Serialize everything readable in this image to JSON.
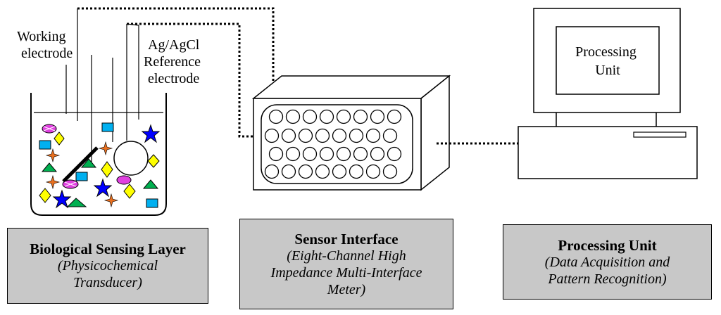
{
  "labels": {
    "working_electrode": [
      "Working",
      "electrode"
    ],
    "reference_electrode": [
      "Ag/AgCl",
      "Reference",
      "electrode"
    ],
    "monitor_text": [
      "Processing",
      "Unit"
    ]
  },
  "boxes": {
    "bio": {
      "title": "Biological Sensing Layer",
      "subtitle": [
        "(Physicochemical",
        "Transducer)"
      ]
    },
    "sensor": {
      "title": "Sensor Interface",
      "subtitle": [
        "(Eight-Channel High",
        "Impedance Multi-Interface",
        "Meter)"
      ]
    },
    "proc": {
      "title": "Processing Unit",
      "subtitle": [
        "(Data Acquisition and",
        "Pattern Recognition)"
      ]
    }
  },
  "colors": {
    "box_fill": "#c8c8c8",
    "cyan": "#00b0f0",
    "green": "#00b050",
    "yellow": "#ffff00",
    "magenta": "#e040e0",
    "blue": "#0000ff",
    "orange": "#e87020"
  }
}
